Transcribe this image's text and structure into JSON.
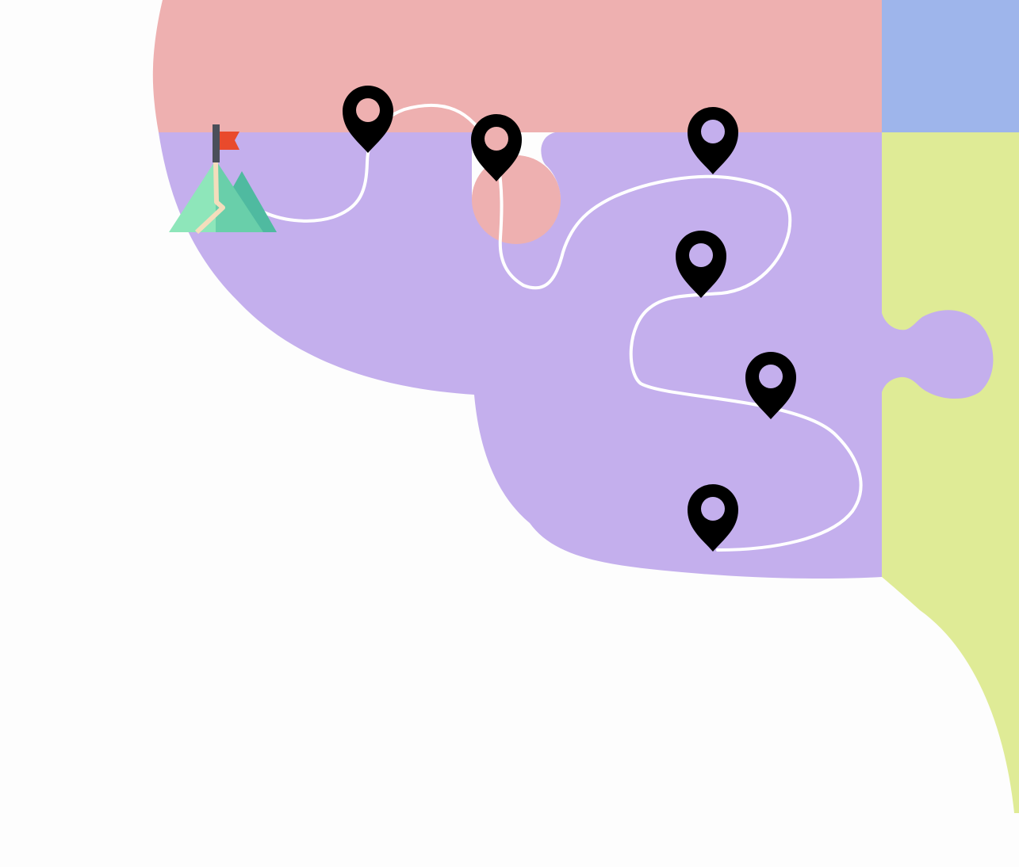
{
  "colors": {
    "background": "#FDFDFD",
    "piece_pink": "#EEB0B0",
    "piece_blue": "#9EB5EB",
    "piece_purple": "#C4AFED",
    "piece_green": "#DFEB96",
    "route_line": "#FFFFFF",
    "pin": "#000000",
    "flag": "#E94A2C",
    "flag_pole": "#4B4F5A",
    "mountain_light": "#8EE6BA",
    "mountain_mid": "#69CFAA",
    "mountain_dark": "#4FBAA0",
    "trail": "#F4DDBC"
  },
  "icons": {
    "start": "mountain-flag-icon",
    "waypoint": "location-pin-icon"
  },
  "waypoints": [
    {
      "name": "waypoint-1"
    },
    {
      "name": "waypoint-2"
    },
    {
      "name": "waypoint-3"
    },
    {
      "name": "waypoint-4"
    },
    {
      "name": "waypoint-5"
    },
    {
      "name": "waypoint-6"
    }
  ]
}
